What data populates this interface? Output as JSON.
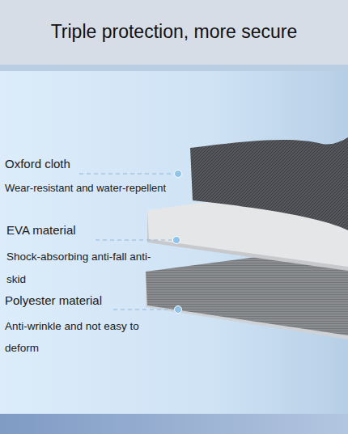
{
  "diagram": {
    "title": "Triple protection, more secure",
    "labels": [
      "Oxford cloth",
      "Wear-resistant and water-repellent",
      "EVA material",
      "Shock-absorbing anti-fall anti-skid",
      "Polyester material",
      "Anti-wrinkle and not easy to deform"
    ]
  }
}
